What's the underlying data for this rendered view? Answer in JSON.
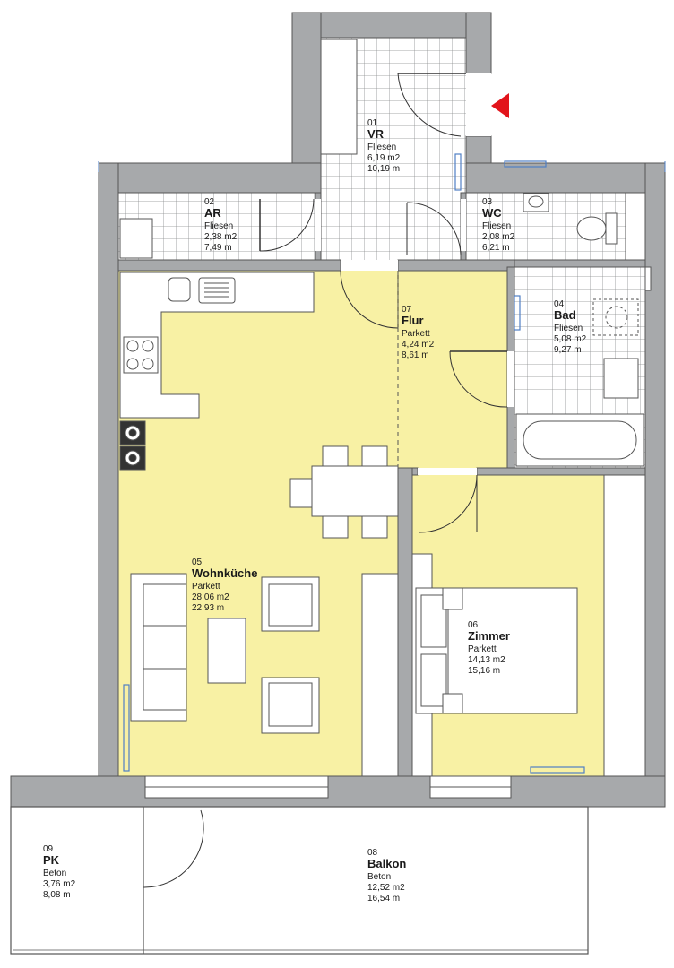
{
  "rooms": [
    {
      "id": "01",
      "number": "01",
      "name": "VR",
      "material": "Fliesen",
      "area": "6,19 m2",
      "perimeter": "10,19 m"
    },
    {
      "id": "02",
      "number": "02",
      "name": "AR",
      "material": "Fliesen",
      "area": "2,38 m2",
      "perimeter": "7,49 m"
    },
    {
      "id": "03",
      "number": "03",
      "name": "WC",
      "material": "Fliesen",
      "area": "2,08 m2",
      "perimeter": "6,21 m"
    },
    {
      "id": "04",
      "number": "04",
      "name": "Bad",
      "material": "Fliesen",
      "area": "5,08 m2",
      "perimeter": "9,27 m"
    },
    {
      "id": "05",
      "number": "05",
      "name": "Wohnküche",
      "material": "Parkett",
      "area": "28,06 m2",
      "perimeter": "22,93 m"
    },
    {
      "id": "06",
      "number": "06",
      "name": "Zimmer",
      "material": "Parkett",
      "area": "14,13 m2",
      "perimeter": "15,16 m"
    },
    {
      "id": "07",
      "number": "07",
      "name": "Flur",
      "material": "Parkett",
      "area": "4,24 m2",
      "perimeter": "8,61 m"
    },
    {
      "id": "08",
      "number": "08",
      "name": "Balkon",
      "material": "Beton",
      "area": "12,52 m2",
      "perimeter": "16,54 m"
    },
    {
      "id": "09",
      "number": "09",
      "name": "PK",
      "material": "Beton",
      "area": "3,76 m2",
      "perimeter": "8,08 m"
    }
  ],
  "colors": {
    "wall": "#a7a9ab",
    "wall_outline": "#555555",
    "parquet": "#f8f1a4",
    "tile_grid": "#8a8c8e",
    "tile_bg": "#ffffff",
    "entrance_marker": "#e2141b",
    "window_blue": "#4f7fc4"
  },
  "icons": [
    "entrance-arrow-icon",
    "sink-icon",
    "stove-icon",
    "toilet-icon",
    "bathtub-icon",
    "shower-icon"
  ]
}
